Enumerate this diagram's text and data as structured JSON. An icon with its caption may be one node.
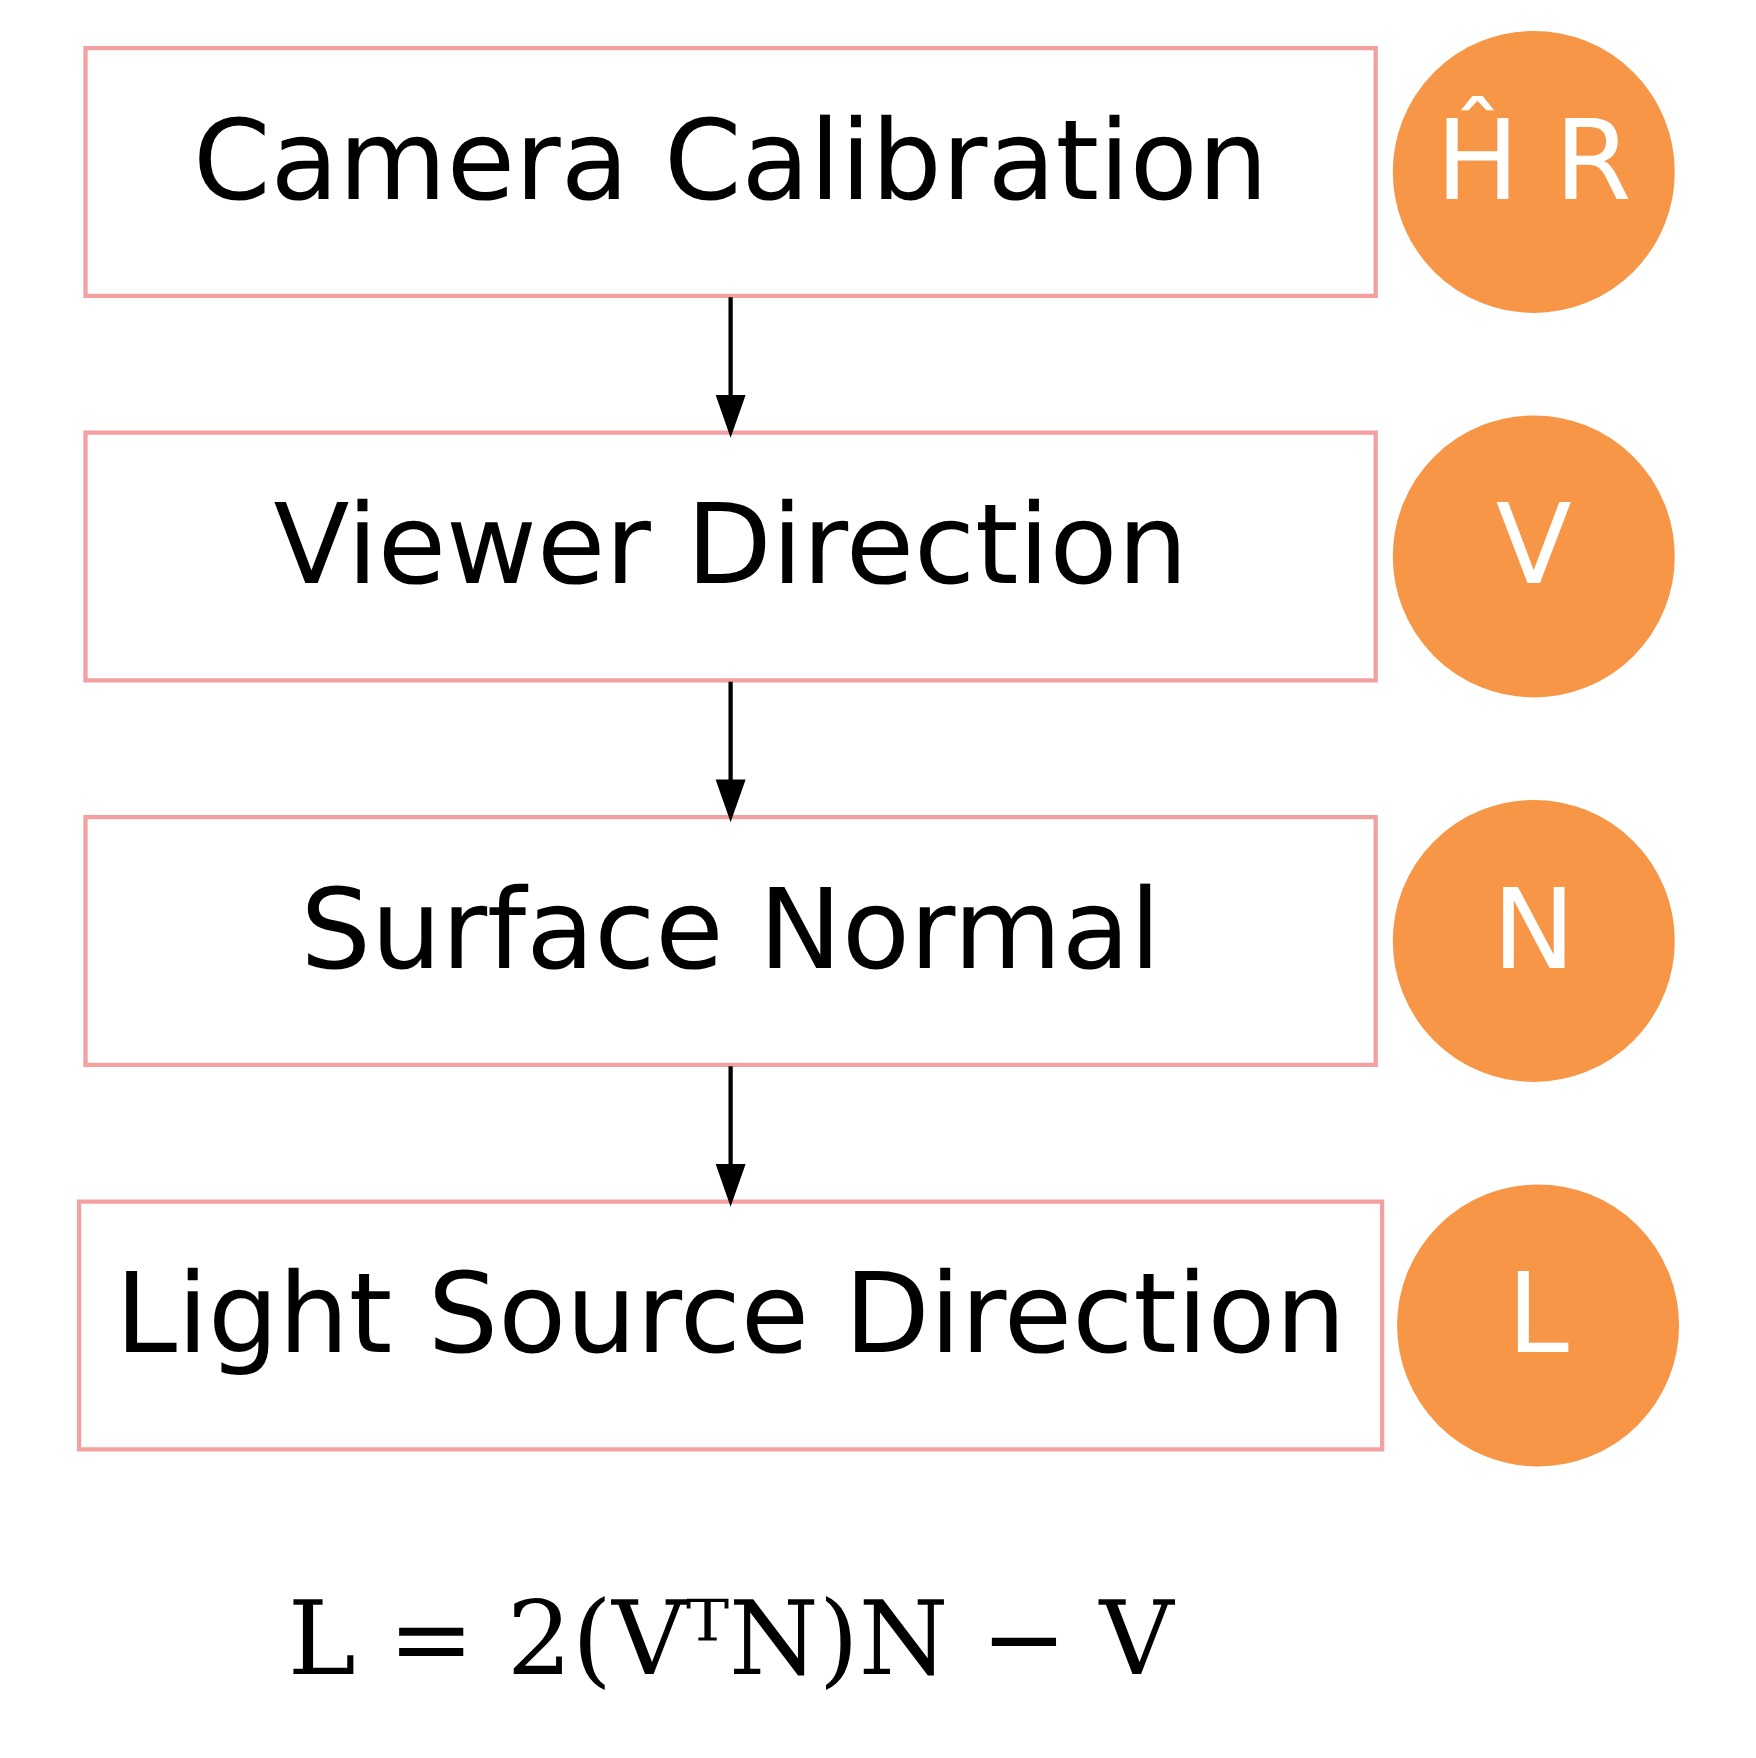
{
  "diagram": {
    "nodes": [
      {
        "text": [
          "Camera Calibration"
        ]
      },
      {
        "text": [
          "Ĥ R"
        ]
      },
      {
        "text": [
          "Viewer Direction"
        ]
      },
      {
        "text": [
          "V"
        ]
      },
      {
        "text": [
          "Surface Normal"
        ]
      },
      {
        "text": [
          "N"
        ]
      },
      {
        "text": [
          "Light Source Direction"
        ]
      },
      {
        "text": [
          "L"
        ]
      }
    ],
    "edges": [
      {
        "from": 0,
        "to": 2,
        "arrow": "to"
      },
      {
        "from": 2,
        "to": 4,
        "arrow": "to"
      },
      {
        "from": 4,
        "to": 6,
        "arrow": "to"
      }
    ],
    "labels": [
      "L = 2(VᵀN)N − V"
    ]
  }
}
